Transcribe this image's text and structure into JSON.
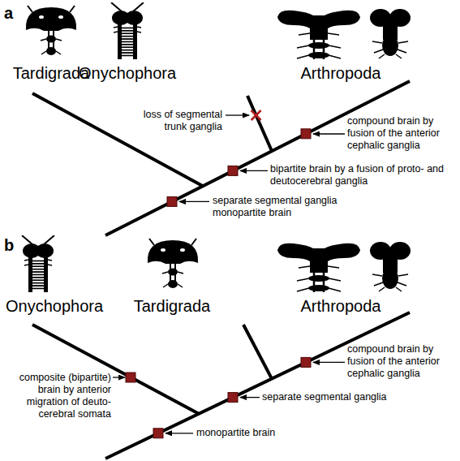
{
  "diagram": {
    "labels": [
      "a",
      "Tardigrada",
      "Onychophora",
      "Arthropoda",
      "loss of segmental trunk ganglia",
      "compound brain by fusion of the anterior cephalic ganglia",
      "bipartite brain by a fusion of proto- and deutocerebral ganglia",
      "separate segmental ganglia monopartite brain",
      "b",
      "Onychophora",
      "Tardigrada",
      "Arthropoda",
      "composite (bipartite) brain by anterior migration of deuto-cerebral somata",
      "compound brain by fusion of the anterior cephalic ganglia",
      "separate segmental ganglia",
      "monopartite brain"
    ]
  }
}
